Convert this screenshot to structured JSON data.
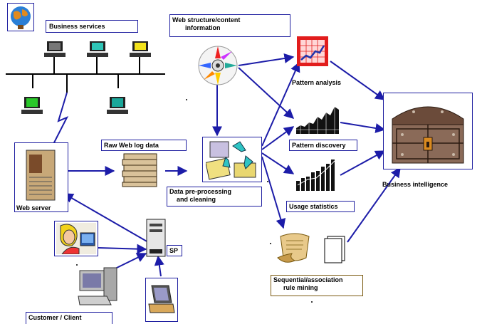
{
  "labels": {
    "business_services": "Business services",
    "web_structure_line1": "Web structure/content",
    "web_structure_line2": "information",
    "raw_web_log": "Raw Web log data",
    "data_preprocessing_line1": "Data pre-processing",
    "data_preprocessing_line2": "and cleaning",
    "web_server": "Web server",
    "isp": "SP",
    "customer_client": "Customer / Client",
    "pattern_analysis": "Pattern analysis",
    "pattern_discovery": "Pattern discovery",
    "usage_statistics": "Usage statistics",
    "sequential_line1": "Sequential/association",
    "sequential_line2": "rule mining",
    "business_intelligence": "Business intelligence"
  },
  "icons": [
    "globe-icon",
    "computer-terminal-icon",
    "network-bus-icon",
    "web-server-icon",
    "log-stack-icon",
    "cd-disc-icon",
    "recycle-icon",
    "pattern-analysis-chart-icon",
    "line-chart-icon",
    "bar-chart-icon",
    "scroll-icon",
    "documents-icon",
    "treasure-chest-icon",
    "isp-computer-icon",
    "person-icon",
    "computer-icon",
    "laptop-icon"
  ],
  "colors": {
    "arrow": "#1c1ca8",
    "label_border": "#1f1fa0",
    "rule_mining_border": "#7a5a10"
  }
}
